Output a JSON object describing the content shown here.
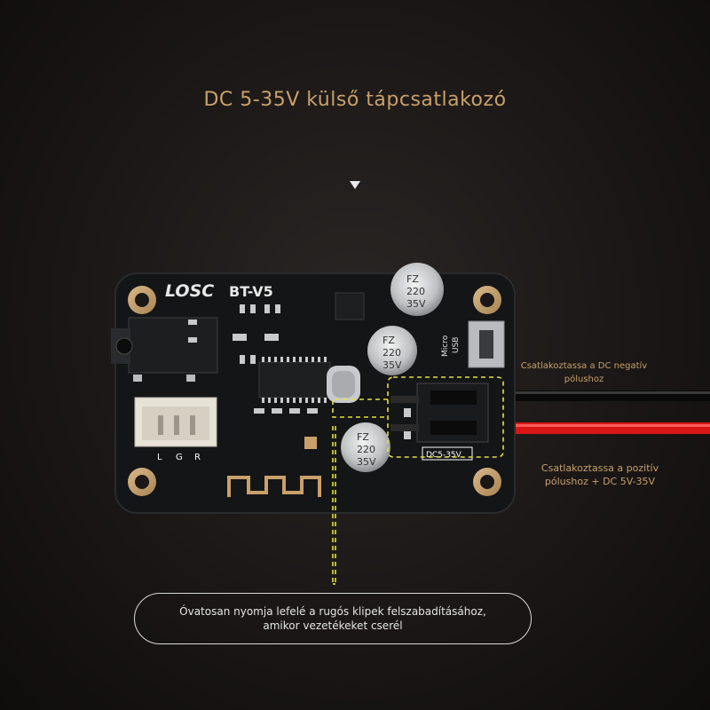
{
  "headline": "DC 5-35V külső tápcsatlakozó",
  "board": {
    "brand": "LOSC",
    "model": "BT-V5",
    "cap_top_lines": [
      "FZ",
      "220",
      "35V"
    ],
    "cap_mid_lines": [
      "FZ",
      "220",
      "35V"
    ],
    "cap_bottom_lines": [
      "FZ",
      "220",
      "35V"
    ],
    "usb_label_1": "Micro",
    "usb_label_2": "USB",
    "dc_label": "DC5-35V",
    "connector_labels": [
      "L",
      "G",
      "R"
    ]
  },
  "callouts": {
    "negative": "Csatlakoztassa a DC negatív pólushoz",
    "positive": "Csatlakoztassa a pozitív pólushoz + DC 5V-35V"
  },
  "note": {
    "line1": "Óvatosan nyomja lefelé a rugós klipek felszabadításához,",
    "line2": "amikor vezetékeket cserél"
  },
  "colors": {
    "accent": "#c9a06a",
    "guide": "#e6e03a",
    "wire_red": "#e01818",
    "wire_black": "#0c0c0c",
    "pcb": "#121314"
  }
}
